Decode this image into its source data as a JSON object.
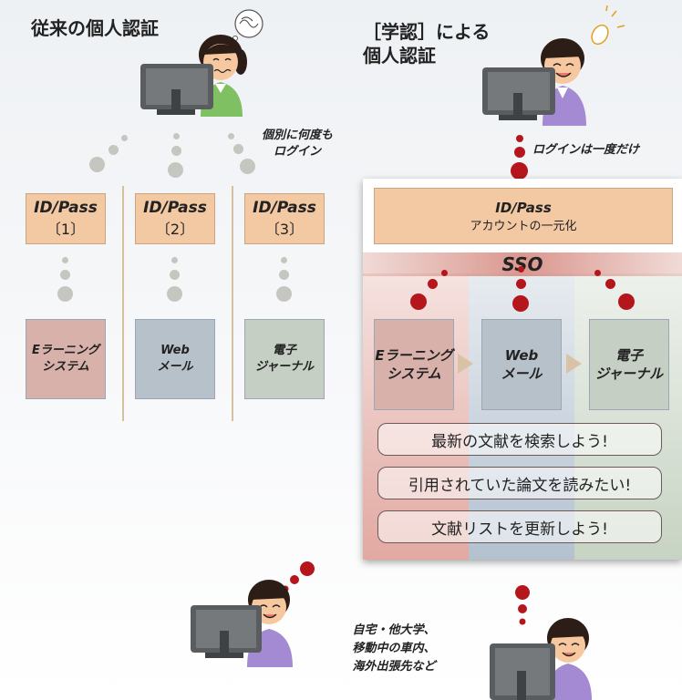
{
  "left": {
    "title": "従来の個人認証",
    "note": [
      "個別に何度も",
      "ログイン"
    ],
    "boxes": [
      {
        "label": "ID/Pass",
        "num": "〔1〕"
      },
      {
        "label": "ID/Pass",
        "num": "〔2〕"
      },
      {
        "label": "ID/Pass",
        "num": "〔3〕"
      }
    ],
    "services": [
      [
        "Eラーニング",
        "システム"
      ],
      [
        "Web",
        "メール"
      ],
      [
        "電子",
        "ジャーナル"
      ]
    ]
  },
  "right": {
    "title": [
      "［学認］による",
      "個人認証"
    ],
    "note": "ログインは一度だけ",
    "idbox": {
      "label": "ID/Pass",
      "sub": "アカウントの一元化"
    },
    "sso": "SSO",
    "services": [
      [
        "Eラーニング",
        "システム"
      ],
      [
        "Web",
        "メール"
      ],
      [
        "電子",
        "ジャーナル"
      ]
    ],
    "actions": [
      "最新の文献を検索しよう!",
      "引用されていた論文を読みたい!",
      "文献リストを更新しよう!"
    ]
  },
  "bottom": {
    "note": [
      "自宅・他大学、",
      "移動中の車内、",
      "海外出張先など"
    ]
  },
  "colors": {
    "elearning": "#d8b1ab",
    "web": "#b7c1c9",
    "journal": "#c6cfc4",
    "idbox": "#f3c9a4",
    "accent_red": "#b5161c"
  }
}
